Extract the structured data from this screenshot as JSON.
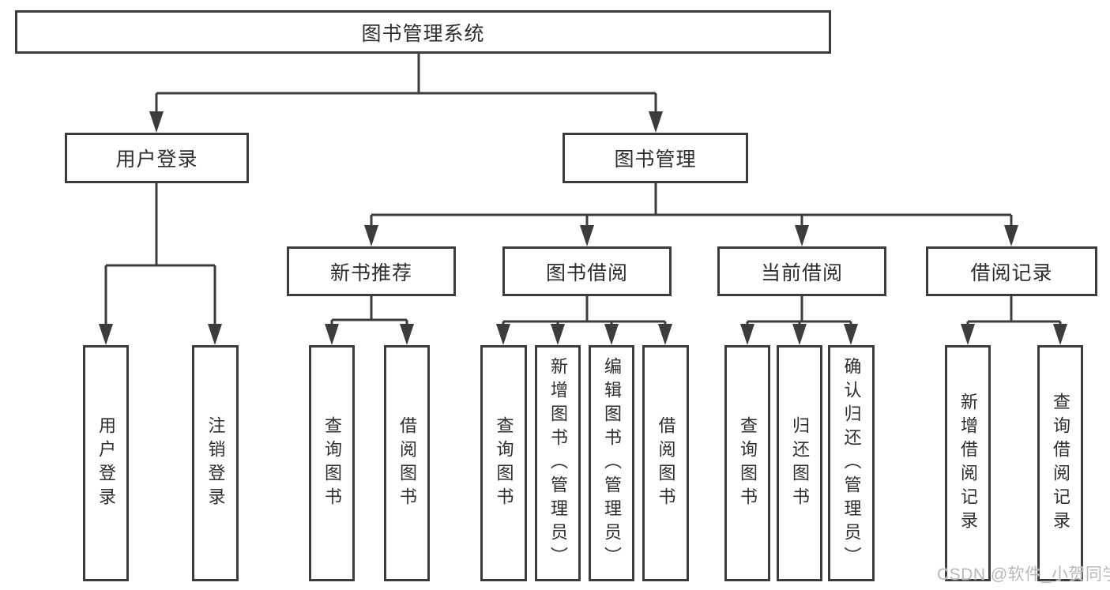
{
  "diagram": {
    "type": "hierarchy-flowchart",
    "nodes": {
      "root": {
        "label": "图书管理系统"
      },
      "level2": [
        {
          "label": "用户登录"
        },
        {
          "label": "图书管理"
        }
      ],
      "level3": [
        {
          "label": "新书推荐"
        },
        {
          "label": "图书借阅"
        },
        {
          "label": "当前借阅"
        },
        {
          "label": "借阅记录"
        }
      ],
      "leaves": {
        "user_login": [
          {
            "label": "用户登录"
          },
          {
            "label": "注销登录"
          }
        ],
        "new_book_recommend": [
          {
            "label": "查询图书"
          },
          {
            "label": "借阅图书"
          }
        ],
        "book_borrowing": [
          {
            "label": "查询图书"
          },
          {
            "label": "新增图书（管理员）"
          },
          {
            "label": "编辑图书（管理员）"
          },
          {
            "label": "借阅图书"
          }
        ],
        "current_borrowing": [
          {
            "label": "查询图书"
          },
          {
            "label": "归还图书"
          },
          {
            "label": "确认归还（管理员）"
          }
        ],
        "borrowing_records": [
          {
            "label": "新增借阅记录"
          },
          {
            "label": "查询借阅记录"
          }
        ]
      }
    }
  },
  "watermark": {
    "text": "CSDN @软件_小贺同学"
  },
  "colors": {
    "line": "#3c3c3c",
    "text": "#2e2e2e",
    "watermark": "#b9b9b9",
    "background": "#ffffff"
  }
}
